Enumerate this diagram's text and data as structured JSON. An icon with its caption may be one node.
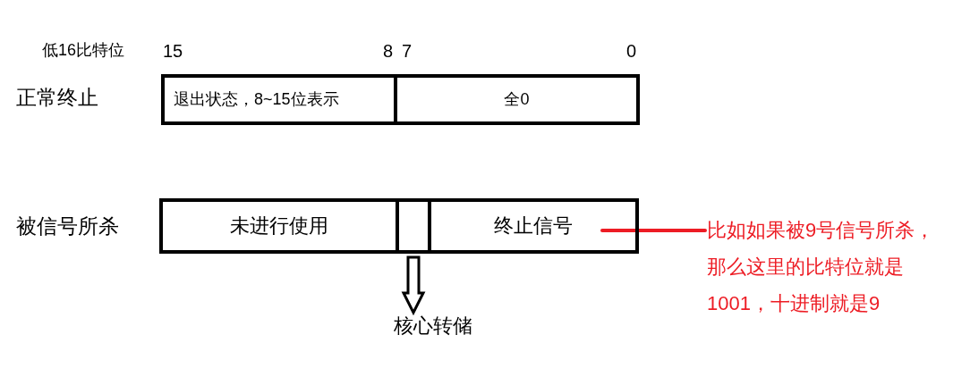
{
  "diagram": {
    "nodes": [
      {
        "text": [
          "退出状态，8~15位表示"
        ]
      },
      {
        "text": [
          "全0"
        ]
      },
      {
        "text": [
          "未进行使用"
        ]
      },
      {
        "text": [],
        "shape": "box"
      },
      {
        "text": [
          "终止信号"
        ]
      },
      {
        "text": [
          "核心转储"
        ]
      },
      {
        "text": [
          "比如如果被9号信号所杀，那么这里的比特位就是1001，十进制就是9"
        ]
      }
    ],
    "edges": [
      {
        "from": 3,
        "to": 5,
        "arrow": "to"
      },
      {
        "from": 6,
        "to": 4,
        "arrow": "none",
        "color": "#ed1c24"
      }
    ],
    "labels": [
      "低16比特位",
      "15",
      "8",
      "7",
      "0",
      "正常终止",
      "被信号所杀"
    ]
  }
}
